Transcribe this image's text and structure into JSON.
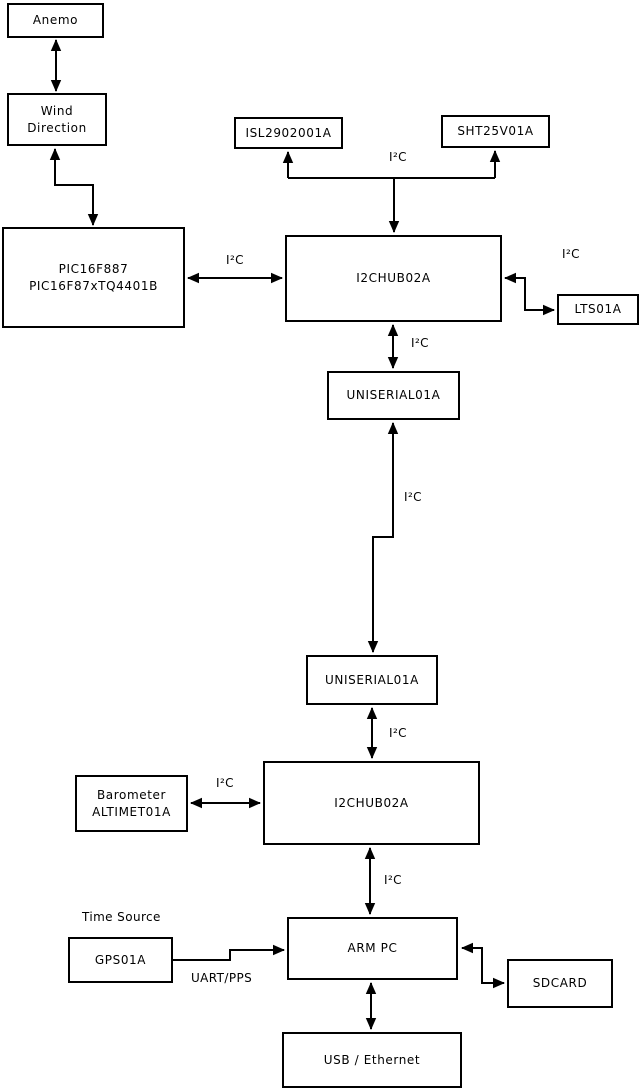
{
  "labels": {
    "i2c": "I²C",
    "time_source": "Time Source",
    "uart_pps": "UART/PPS"
  },
  "nodes": {
    "anemo": {
      "label": "Anemo"
    },
    "wind_direction": {
      "line1": "Wind",
      "line2": "Direction"
    },
    "pic": {
      "line1": "PIC16F887",
      "line2": "PIC16F87xTQ4401B"
    },
    "isl": {
      "label": "ISL2902001A"
    },
    "sht": {
      "label": "SHT25V01A"
    },
    "i2c_hub_top": {
      "label": "I2CHUB02A"
    },
    "lts": {
      "label": "LTS01A"
    },
    "uniserial_top": {
      "label": "UNISERIAL01A"
    },
    "uniserial_bottom": {
      "label": "UNISERIAL01A"
    },
    "i2c_hub_bottom": {
      "label": "I2CHUB02A"
    },
    "barometer": {
      "line1": "Barometer",
      "line2": "ALTIMET01A"
    },
    "arm_pc": {
      "label": "ARM PC"
    },
    "gps": {
      "label": "GPS01A"
    },
    "sdcard": {
      "label": "SDCARD"
    },
    "usb_ethernet": {
      "label": "USB / Ethernet"
    }
  },
  "connections": [
    {
      "from": "Anemo",
      "to": "Wind Direction",
      "bidirectional": true
    },
    {
      "from": "Wind Direction",
      "to": "PIC16F887 PIC16F87xTQ4401B",
      "bidirectional": true
    },
    {
      "from": "PIC16F887 PIC16F87xTQ4401B",
      "to": "I2CHUB02A (top)",
      "label": "I²C",
      "bidirectional": true
    },
    {
      "from": "I2CHUB02A (top)",
      "to": "ISL2902001A",
      "label": "I²C",
      "bidirectional": false
    },
    {
      "from": "I2CHUB02A (top)",
      "to": "SHT25V01A",
      "label": "I²C",
      "bidirectional": false
    },
    {
      "from": "I2CHUB02A (top)",
      "to": "LTS01A",
      "label": "I²C",
      "bidirectional": true
    },
    {
      "from": "I2CHUB02A (top)",
      "to": "UNISERIAL01A (top)",
      "label": "I²C",
      "bidirectional": true
    },
    {
      "from": "UNISERIAL01A (top)",
      "to": "UNISERIAL01A (bottom)",
      "label": "I²C",
      "bidirectional": true
    },
    {
      "from": "UNISERIAL01A (bottom)",
      "to": "I2CHUB02A (bottom)",
      "label": "I²C",
      "bidirectional": true
    },
    {
      "from": "Barometer ALTIMET01A",
      "to": "I2CHUB02A (bottom)",
      "label": "I²C",
      "bidirectional": true
    },
    {
      "from": "I2CHUB02A (bottom)",
      "to": "ARM PC",
      "label": "I²C",
      "bidirectional": true
    },
    {
      "from": "GPS01A",
      "to": "ARM PC",
      "label": "UART/PPS",
      "bidirectional": false
    },
    {
      "from": "ARM PC",
      "to": "SDCARD",
      "bidirectional": true
    },
    {
      "from": "ARM PC",
      "to": "USB / Ethernet",
      "bidirectional": true
    }
  ],
  "colors": {
    "line": "#000000",
    "box_fill": "#ffffff",
    "background": "#ffffff",
    "text": "#000000"
  }
}
